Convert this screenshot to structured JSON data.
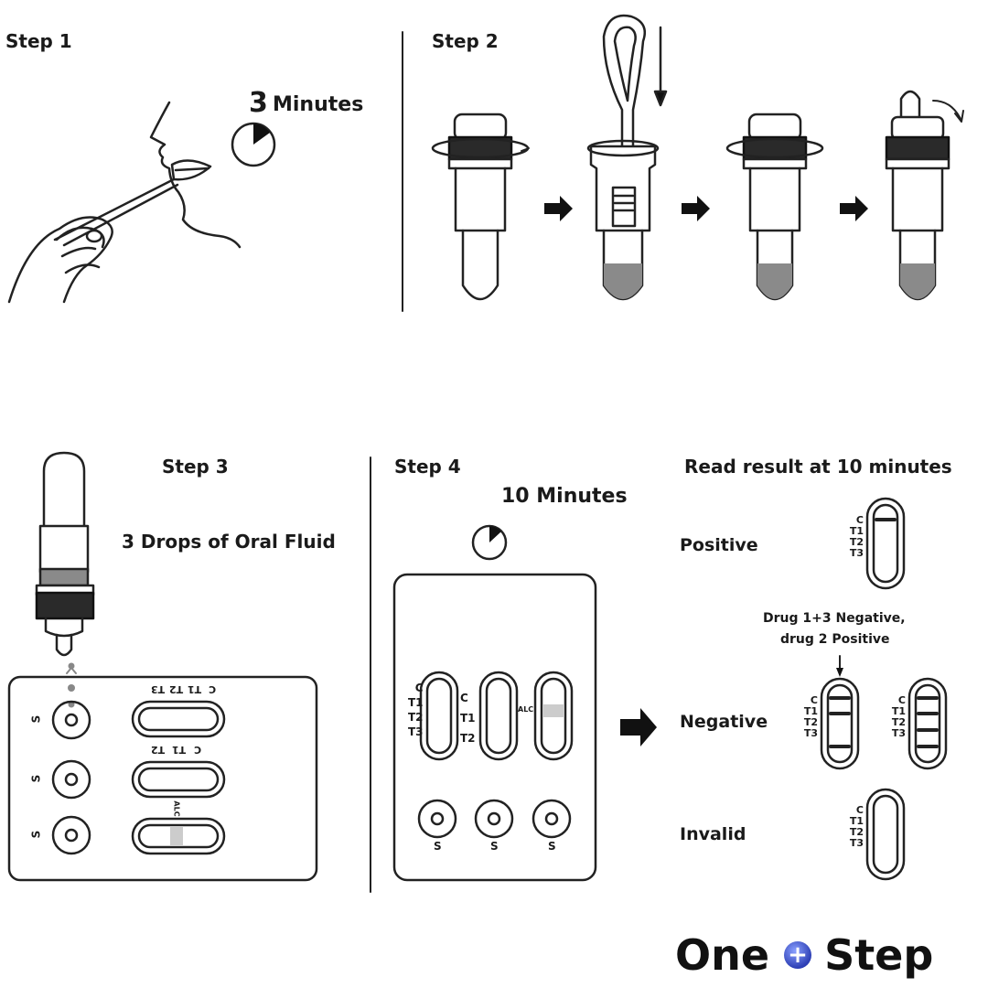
{
  "step1": {
    "title": "Step 1",
    "timer_number": "3",
    "timer_unit": "Minutes"
  },
  "step2": {
    "title": "Step 2"
  },
  "step3": {
    "title": "Step 3",
    "instruction": "3 Drops of  Oral Fluid",
    "sample_label": "S",
    "strip_lines": [
      "C",
      "T1",
      "T2",
      "T3"
    ],
    "alc_label": "ALC"
  },
  "step4": {
    "title": "Step 4",
    "timer": "10 Minutes",
    "sample_label": "S",
    "strip_lines": [
      "C",
      "T1",
      "T2",
      "T3"
    ],
    "alc_label": "ALC"
  },
  "results": {
    "title": "Read result at 10 minutes",
    "positive": "Positive",
    "negative": "Negative",
    "invalid": "Invalid",
    "note_line1": "Drug 1+3 Negative,",
    "note_line2": "drug 2 Positive",
    "lines": [
      "C",
      "T1",
      "T2",
      "T3"
    ]
  },
  "brand": {
    "word1": "One",
    "word2": "Step",
    "plus_symbol": "+",
    "accent_color": "#2d3fb5"
  }
}
